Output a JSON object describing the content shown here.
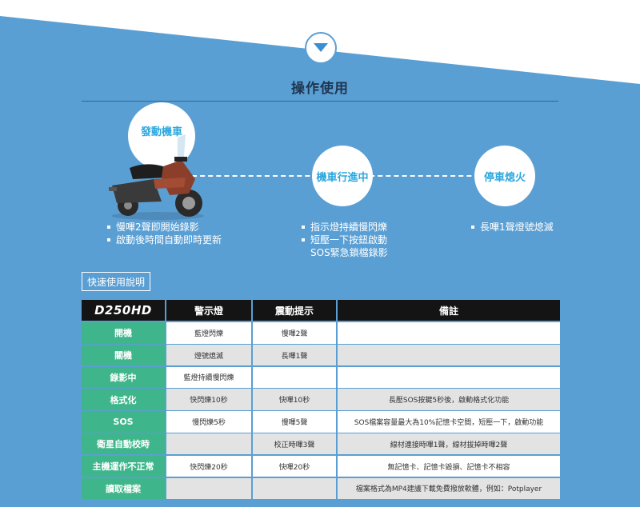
{
  "page": {
    "title": "操作使用",
    "colors": {
      "background": "#5a9fd4",
      "accent": "#2aa7df",
      "label_green": "#3fb58b",
      "header_black": "#141414"
    }
  },
  "steps": [
    {
      "label": "發動機車",
      "bullets": [
        "慢嗶2聲即開始錄影",
        "啟動後時間自動即時更新"
      ]
    },
    {
      "label": "機車行進中",
      "bullets": [
        "指示燈持續慢閃爍",
        "短壓一下按鈕啟動",
        "SOS緊急鎖檔錄影"
      ]
    },
    {
      "label": "停車熄火",
      "bullets": [
        "長嗶1聲燈號熄滅"
      ]
    }
  ],
  "quick_guide": {
    "label": "快速使用說明"
  },
  "table": {
    "brand": "D250HD",
    "headers": [
      "警示燈",
      "震動提示",
      "備註"
    ],
    "rows": [
      {
        "label": "開機",
        "light": "藍燈閃爍",
        "vibe": "慢嗶2聲",
        "note": ""
      },
      {
        "label": "關機",
        "light": "燈號熄滅",
        "vibe": "長嗶1聲",
        "note": ""
      },
      {
        "label": "錄影中",
        "light": "藍燈持續慢閃爍",
        "vibe": "",
        "note": ""
      },
      {
        "label": "格式化",
        "light": "快閃爍10秒",
        "vibe": "快嗶10秒",
        "note": "長壓SOS按鍵5秒後，啟動格式化功能"
      },
      {
        "label": "SOS",
        "light": "慢閃爍5秒",
        "vibe": "慢嗶5聲",
        "note": "SOS檔案容量最大為10%記憶卡空間，短壓一下，啟動功能"
      },
      {
        "label": "衛星自動校時",
        "light": "",
        "vibe": "校正時嗶3聲",
        "note": "線材連接時嗶1聲，線材拔掉時嗶2聲"
      },
      {
        "label": "主機運作不正常",
        "light": "快閃爍20秒",
        "vibe": "快嗶20秒",
        "note": "無記憶卡、記憶卡毀損、記憶卡不相容"
      },
      {
        "label": "讀取檔案",
        "light": "",
        "vibe": "",
        "note": "檔案格式為MP4建議下載免費撥放軟體，例如：Potplayer"
      }
    ]
  }
}
